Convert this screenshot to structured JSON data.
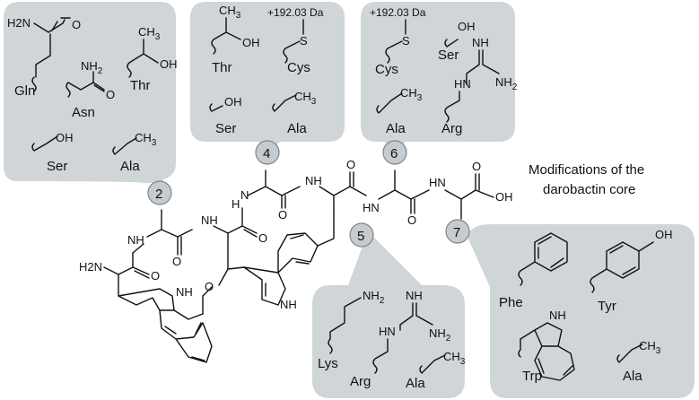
{
  "title_lines": [
    "Modifications of the",
    "darobactin core"
  ],
  "positions": [
    "2",
    "4",
    "5",
    "6",
    "7"
  ],
  "mass": "+192.03 Da",
  "atoms": {
    "NH": "NH",
    "NH2": "NH",
    "N": "N",
    "H": "H",
    "O": "O",
    "OH": "OH",
    "H2N": "H2N",
    "H2N_sub": "2",
    "CH3": "CH",
    "CH3_sub": "3",
    "S": "S",
    "NH2_label": "NH",
    "NH2_sub": "2"
  },
  "panel_2": {
    "residues": [
      "Gln",
      "Asn",
      "Thr",
      "Ser",
      "Ala"
    ]
  },
  "panel_4": {
    "residues": [
      "Thr",
      "Cys",
      "Ser",
      "Ala"
    ]
  },
  "panel_6": {
    "residues": [
      "Cys",
      "Ser",
      "Ala",
      "Arg"
    ]
  },
  "panel_5": {
    "residues": [
      "Lys",
      "Arg",
      "Ala"
    ]
  },
  "panel_7": {
    "residues": [
      "Phe",
      "Tyr",
      "Trp",
      "Ala"
    ]
  }
}
